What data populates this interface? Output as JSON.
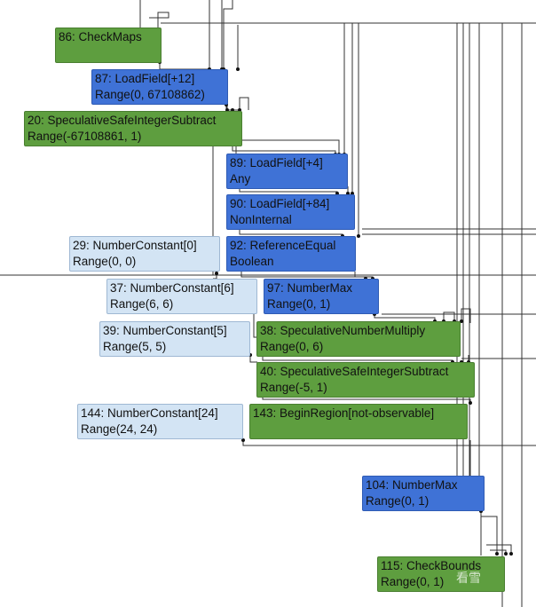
{
  "graph": {
    "nodes": [
      {
        "id": "n86",
        "kind": "control",
        "color": "green",
        "line1": "86: CheckMaps",
        "line2": ""
      },
      {
        "id": "n87",
        "kind": "effect",
        "color": "blue",
        "line1": "87: LoadField[+12]",
        "line2": "Range(0, 67108862)"
      },
      {
        "id": "n20",
        "kind": "control",
        "color": "green",
        "line1": "20: SpeculativeSafeIntegerSubtract",
        "line2": "Range(-67108861, 1)"
      },
      {
        "id": "n89",
        "kind": "effect",
        "color": "blue",
        "line1": "89: LoadField[+4]",
        "line2": "Any"
      },
      {
        "id": "n90",
        "kind": "effect",
        "color": "blue",
        "line1": "90: LoadField[+84]",
        "line2": "NonInternal"
      },
      {
        "id": "n29",
        "kind": "constant",
        "color": "light",
        "line1": "29: NumberConstant[0]",
        "line2": "Range(0, 0)"
      },
      {
        "id": "n92",
        "kind": "effect",
        "color": "blue",
        "line1": "92: ReferenceEqual",
        "line2": "Boolean"
      },
      {
        "id": "n37",
        "kind": "constant",
        "color": "light",
        "line1": "37: NumberConstant[6]",
        "line2": "Range(6, 6)"
      },
      {
        "id": "n97",
        "kind": "effect",
        "color": "blue",
        "line1": "97: NumberMax",
        "line2": "Range(0, 1)"
      },
      {
        "id": "n39",
        "kind": "constant",
        "color": "light",
        "line1": "39: NumberConstant[5]",
        "line2": "Range(5, 5)"
      },
      {
        "id": "n38",
        "kind": "control",
        "color": "green",
        "line1": "38: SpeculativeNumberMultiply",
        "line2": "Range(0, 6)"
      },
      {
        "id": "n40",
        "kind": "control",
        "color": "green",
        "line1": "40: SpeculativeSafeIntegerSubtract",
        "line2": "Range(-5, 1)"
      },
      {
        "id": "n144",
        "kind": "constant",
        "color": "light",
        "line1": "144: NumberConstant[24]",
        "line2": "Range(24, 24)"
      },
      {
        "id": "n143",
        "kind": "control",
        "color": "green",
        "line1": "143: BeginRegion[not-observable]",
        "line2": ""
      },
      {
        "id": "n104",
        "kind": "effect",
        "color": "blue",
        "line1": "104: NumberMax",
        "line2": "Range(0, 1)"
      },
      {
        "id": "n115",
        "kind": "control",
        "color": "green",
        "line1": "115: CheckBounds",
        "line2": "Range(0, 1)"
      }
    ],
    "colors": {
      "control": "#5e9e3f",
      "effect": "#3f72d6",
      "constant": "#d3e4f4",
      "edge": "#333333"
    },
    "watermark": "看雪"
  }
}
